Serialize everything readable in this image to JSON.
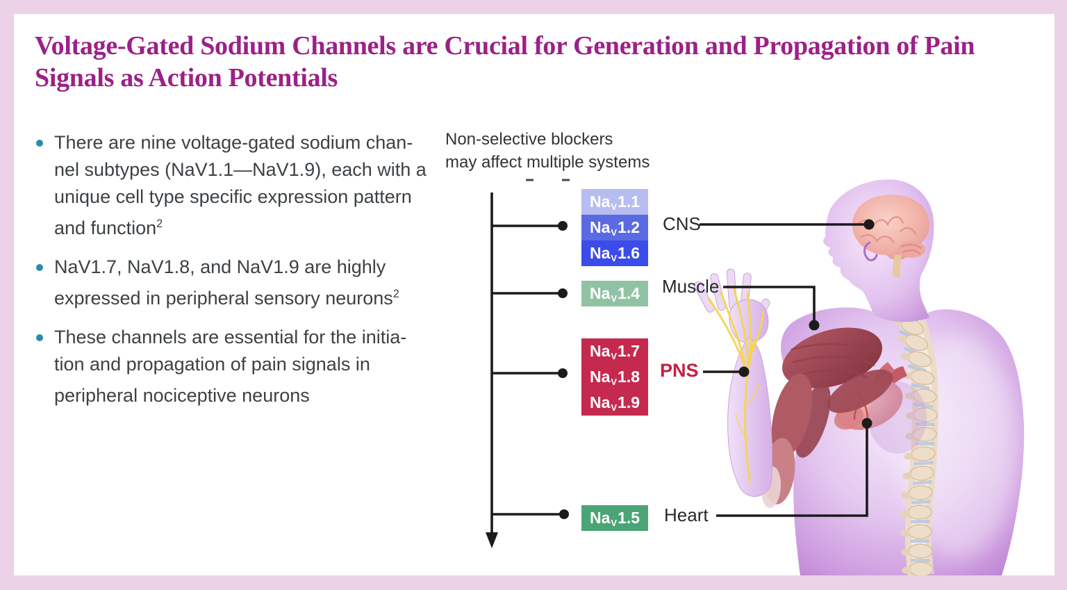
{
  "frame": {
    "border_color": "#ecd2e7",
    "panel_color": "#ffffff",
    "line_color": "#1b1b1b"
  },
  "title": {
    "text": "Voltage-Gated Sodium Channels are Crucial for Generation and Propagation of Pain Signals as Action Potentials",
    "color": "#9b2187"
  },
  "bullets": {
    "marker_color": "#2c8aad",
    "items": [
      {
        "lines": [
          "There are nine voltage-gated sodium chan-",
          "nel subtypes (NaV1.1—NaV1.9), each with a",
          "unique cell type specific expression pattern"
        ],
        "last_line": "and function",
        "footnote": "2"
      },
      {
        "lines": [
          "NaV1.7, NaV1.8, and NaV1.9 are highly"
        ],
        "last_line": "expressed in peripheral sensory neurons",
        "footnote": "2"
      },
      {
        "lines": [
          "These channels are essential for the initia-",
          "tion and propagation of pain signals in"
        ],
        "last_line": "peripheral nociceptive neurons",
        "footnote": ""
      }
    ]
  },
  "diagram": {
    "note_lines": [
      "Non-selective blockers",
      "may affect multiple systems"
    ],
    "groups": [
      {
        "label": "CNS",
        "label_color": "#26292d",
        "target": "brain",
        "channels": [
          {
            "base": "Na",
            "sub": "V",
            "num": "1.1",
            "color": "#b7bdf0"
          },
          {
            "base": "Na",
            "sub": "V",
            "num": "1.2",
            "color": "#5a6ae2"
          },
          {
            "base": "Na",
            "sub": "V",
            "num": "1.6",
            "color": "#3c4cea"
          }
        ]
      },
      {
        "label": "Muscle",
        "label_color": "#26292d",
        "target": "shoulder-muscle",
        "channels": [
          {
            "base": "Na",
            "sub": "V",
            "num": "1.4",
            "color": "#90c3a4"
          }
        ]
      },
      {
        "label": "PNS",
        "label_color": "#c41f45",
        "target": "forearm-nerves",
        "box_color": "#c5294e",
        "channels": [
          {
            "base": "Na",
            "sub": "V",
            "num": "1.7"
          },
          {
            "base": "Na",
            "sub": "V",
            "num": "1.8"
          },
          {
            "base": "Na",
            "sub": "V",
            "num": "1.9"
          }
        ]
      },
      {
        "label": "Heart",
        "label_color": "#26292d",
        "target": "heart",
        "channels": [
          {
            "base": "Na",
            "sub": "V",
            "num": "1.5",
            "color": "#4ba475"
          }
        ]
      }
    ]
  }
}
